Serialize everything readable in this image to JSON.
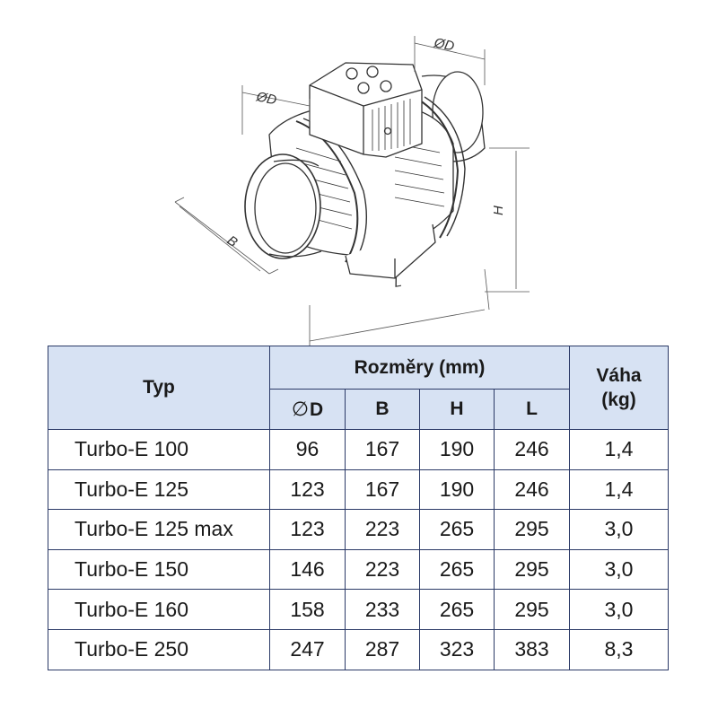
{
  "drawing": {
    "dim_labels": {
      "diameter_top": "ØD",
      "diameter_left": "ØD",
      "b": "B",
      "h": "H",
      "l": "L"
    }
  },
  "table": {
    "header": {
      "typ": "Typ",
      "dimensions_group": "Rozměry (mm)",
      "weight": "Váha (kg)",
      "d_symbol": "∅",
      "d": "D",
      "b": "B",
      "h": "H",
      "l": "L"
    },
    "rows": [
      {
        "typ": "Turbo-E 100",
        "d": "96",
        "b": "167",
        "h": "190",
        "l": "246",
        "weight": "1,4"
      },
      {
        "typ": "Turbo-E 125",
        "d": "123",
        "b": "167",
        "h": "190",
        "l": "246",
        "weight": "1,4"
      },
      {
        "typ": "Turbo-E 125 max",
        "d": "123",
        "b": "223",
        "h": "265",
        "l": "295",
        "weight": "3,0"
      },
      {
        "typ": "Turbo-E 150",
        "d": "146",
        "b": "223",
        "h": "265",
        "l": "295",
        "weight": "3,0"
      },
      {
        "typ": "Turbo-E 160",
        "d": "158",
        "b": "233",
        "h": "265",
        "l": "295",
        "weight": "3,0"
      },
      {
        "typ": "Turbo-E 250",
        "d": "247",
        "b": "287",
        "h": "323",
        "l": "383",
        "weight": "8,3"
      }
    ]
  },
  "colors": {
    "header_bg": "#d7e2f3",
    "border": "#2b3a67"
  }
}
